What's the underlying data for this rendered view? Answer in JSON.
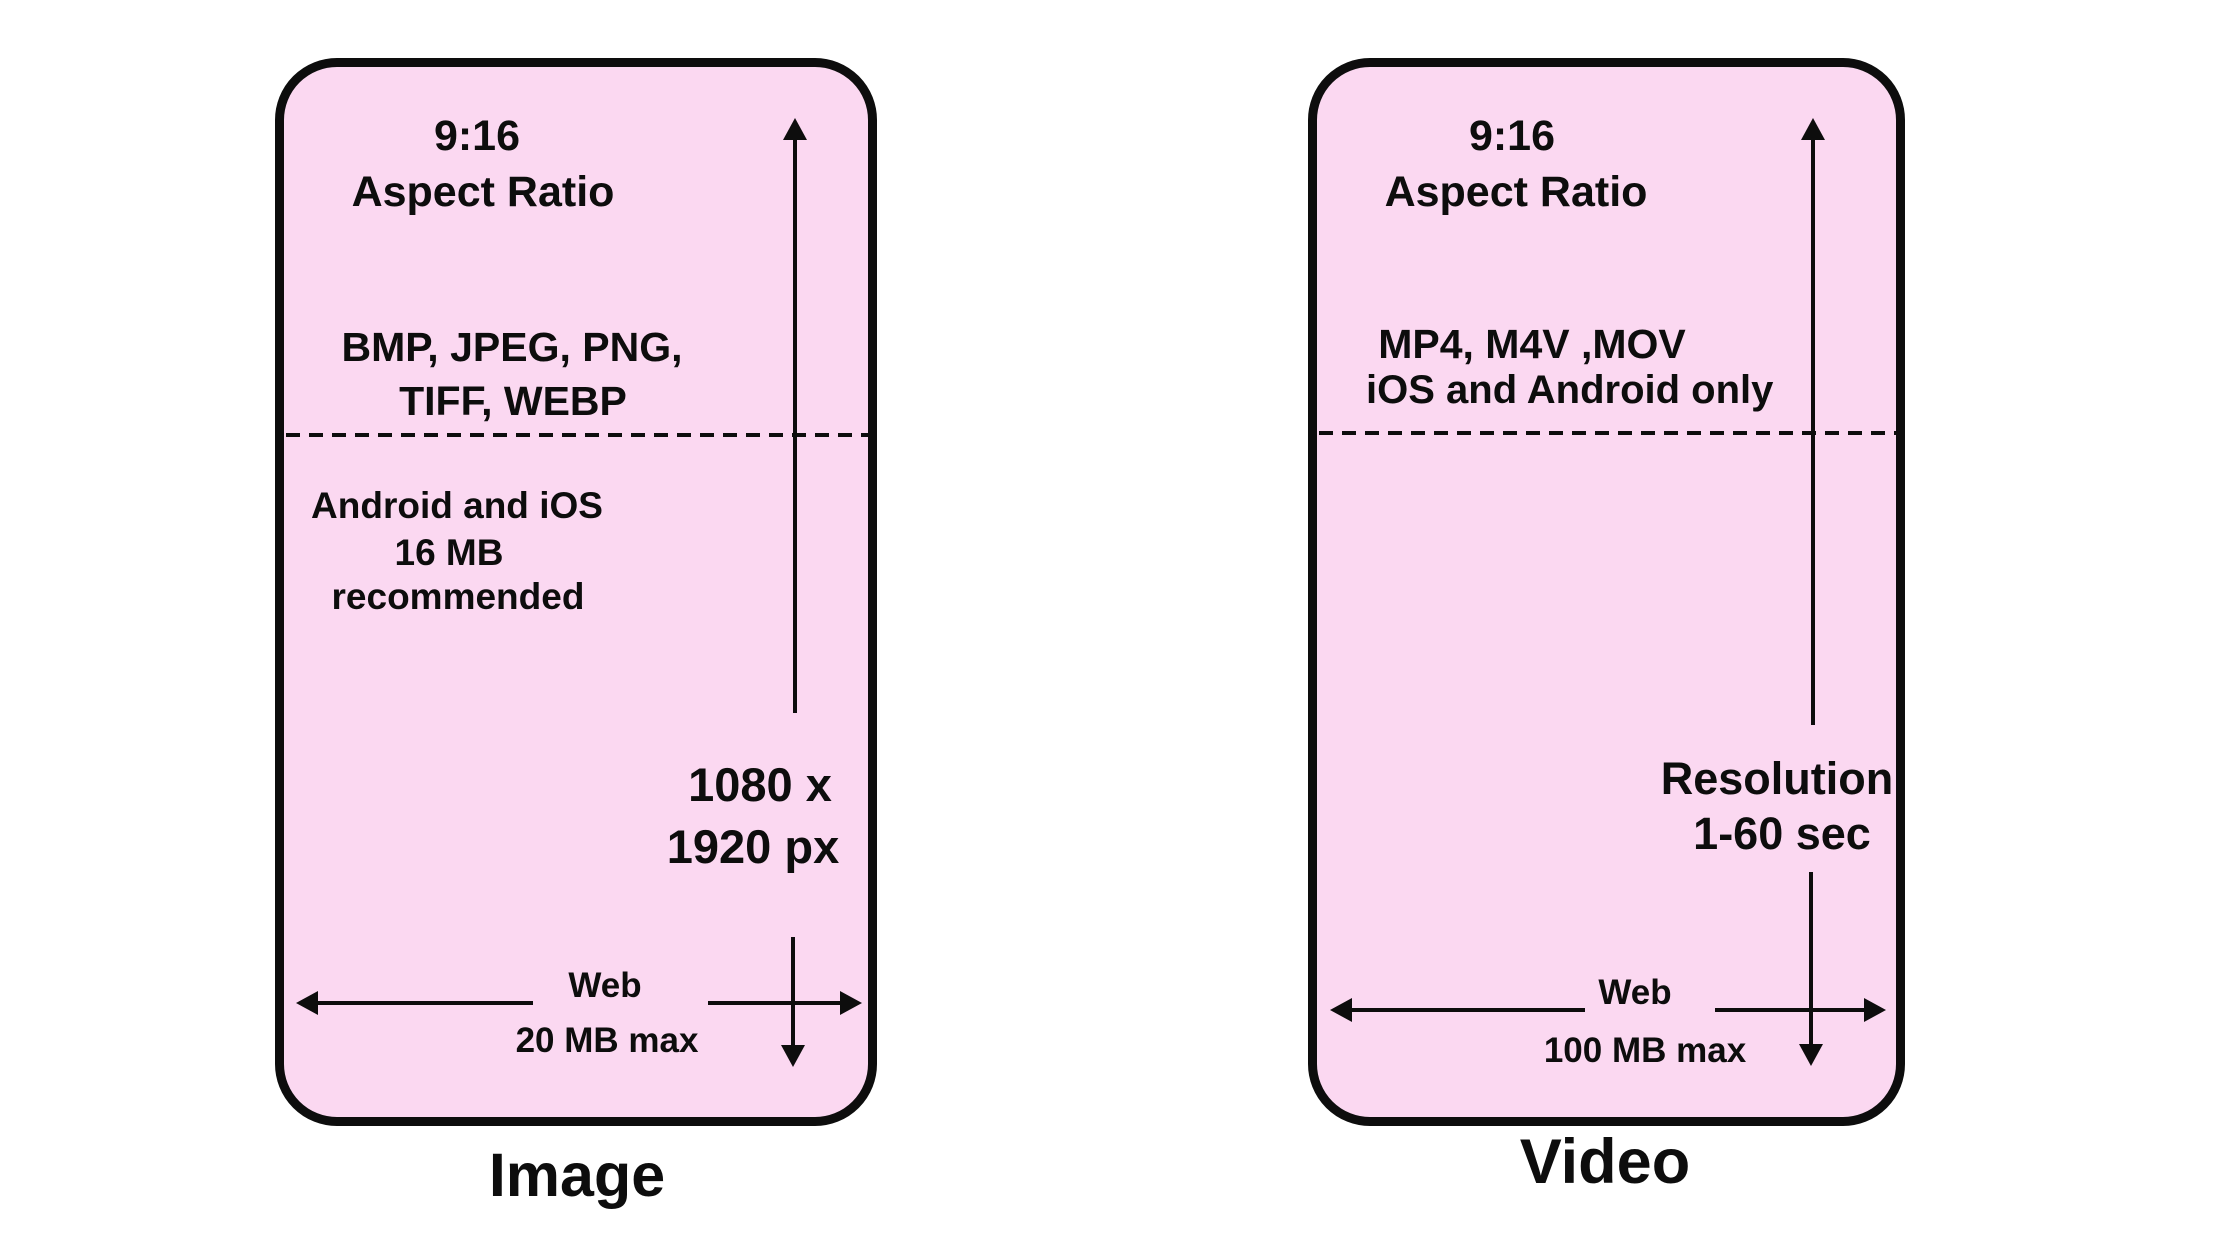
{
  "colors": {
    "card_fill": "#fbd8f1",
    "stroke": "#0d0d0d",
    "background": "#ffffff"
  },
  "cards": {
    "image": {
      "title": "Image",
      "aspect_ratio_value": "9:16",
      "aspect_ratio_label": "Aspect Ratio",
      "formats_line1": "BMP, JPEG, PNG,",
      "formats_line2": "TIFF, WEBP",
      "platform_line1": "Android and iOS",
      "platform_line2": "16 MB",
      "platform_line3": "recommended",
      "dimensions_line1": "1080 x",
      "dimensions_line2": "1920 px",
      "web_label": "Web",
      "web_limit": "20 MB max"
    },
    "video": {
      "title": "Video",
      "aspect_ratio_value": "9:16",
      "aspect_ratio_label": "Aspect Ratio",
      "formats_line1": "MP4, M4V ,MOV",
      "formats_line2": "iOS and Android only",
      "duration_line1": "Resolution",
      "duration_line2": "1-60 sec",
      "web_label": "Web",
      "web_limit": "100 MB max"
    }
  }
}
